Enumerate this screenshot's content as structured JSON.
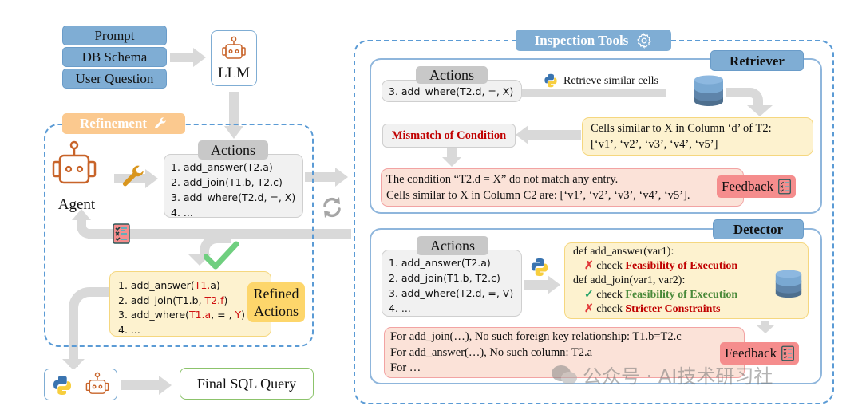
{
  "inputs": {
    "prompt": "Prompt",
    "db_schema": "DB Schema",
    "user_question": "User Question"
  },
  "llm": {
    "label": "LLM"
  },
  "refinement": {
    "title": "Refinement",
    "agent_label": "Agent",
    "actions_tag": "Actions",
    "actions": [
      "1. add_answer(T2.a)",
      "2. add_join(T1.b, T2.c)",
      "3. add_where(T2.d, =, X)",
      "4. ..."
    ],
    "refined_tag_line1": "Refined",
    "refined_tag_line2": "Actions",
    "refined_actions": [
      {
        "parts": [
          {
            "t": "1. add_answer(",
            "c": ""
          },
          {
            "t": "T1.",
            "c": "red"
          },
          {
            "t": "a)",
            "c": ""
          }
        ]
      },
      {
        "parts": [
          {
            "t": "2. add_join(T1.b, ",
            "c": ""
          },
          {
            "t": "T2.f",
            "c": "red"
          },
          {
            "t": ")",
            "c": ""
          }
        ]
      },
      {
        "parts": [
          {
            "t": "3. add_where(",
            "c": ""
          },
          {
            "t": "T1.a",
            "c": "red"
          },
          {
            "t": ", = , ",
            "c": ""
          },
          {
            "t": "Y",
            "c": "red"
          },
          {
            "t": ")",
            "c": ""
          }
        ]
      },
      {
        "parts": [
          {
            "t": "4. ...",
            "c": ""
          }
        ]
      }
    ]
  },
  "final": {
    "label": "Final SQL Query"
  },
  "inspection": {
    "title": "Inspection Tools",
    "retriever": {
      "title": "Retriever",
      "actions_tag": "Actions",
      "action": "3. add_where(T2.d, =, X)",
      "retrieve_label": "Retrieve similar cells",
      "cells_line1": "Cells similar to X in Column ‘d’ of T2:",
      "cells_line2": "[‘v1’, ‘v2’, ‘v3’, ‘v4’, ‘v5’]",
      "mismatch": "Mismatch of Condition",
      "feedback_line1": "The condition “T2.d = X” do not match any entry.",
      "feedback_line2": "Cells similar to X in Column C2 are: [‘v1’, ‘v2’, ‘v3’, ‘v4’, ‘v5’].",
      "feedback_tag": "Feedback"
    },
    "detector": {
      "title": "Detector",
      "actions_tag": "Actions",
      "actions": [
        "1. add_answer(T2.a)",
        "2. add_join(T1.b, T2.c)",
        "3. add_where(T2.d, =, V)",
        "4. ..."
      ],
      "def1": "def add_answer(var1):",
      "check1_prefix": "check",
      "check1": "Feasibility of Execution",
      "def2": "def add_join(var1, var2):",
      "check2_prefix": "check",
      "check2": "Feasibility of Execution",
      "check3_prefix": "check",
      "check3": "Stricter Constraints",
      "feedback_lines": [
        "For add_join(…), No such foreign key relationship: T1.b=T2.c",
        "For add_answer(…), No such column: T2.a",
        "For …"
      ],
      "feedback_tag": "Feedback"
    }
  },
  "watermark": "公众号 · AI技术研习社",
  "colors": {
    "accent_blue": "#7fadd4",
    "dash_blue": "#5b9bd5",
    "robot_orange": "#c8642a",
    "refinement_tag": "#fbc98f",
    "feedback_red": "#f58d8d",
    "error_red": "#c00000",
    "ok_green": "#4a8a3a"
  }
}
